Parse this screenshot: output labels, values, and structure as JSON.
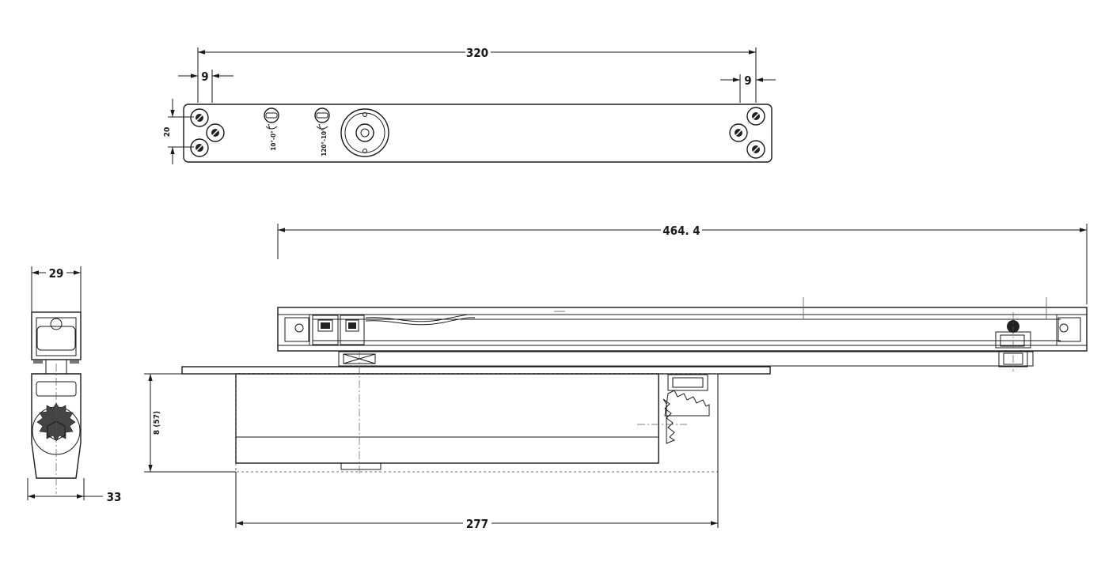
{
  "dimensions": {
    "top_width": "320",
    "top_left_offset": "9",
    "top_right_offset": "9",
    "top_height": "20",
    "slot_label_1": "10°-0°",
    "slot_label_2": "120°-10°",
    "overall_length": "464. 4",
    "end_width": "29",
    "end_depth": "33",
    "body_height": "8 (57)",
    "body_length": "277"
  },
  "colors": {
    "line": "#1a1a1a",
    "hatch": "#555555",
    "background": "#ffffff"
  }
}
